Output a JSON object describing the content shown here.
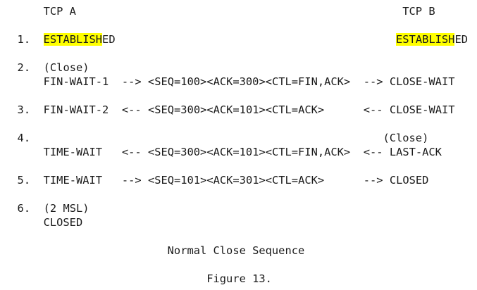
{
  "header": {
    "col_a": "TCP A",
    "col_b": "TCP B"
  },
  "steps": [
    {
      "num": "1.",
      "a_hl": "ESTABLISH",
      "a_rest": "ED",
      "b_hl": "ESTABLISH",
      "b_rest": "ED"
    },
    {
      "num": "2.",
      "a_pre": "(Close)",
      "a": "FIN-WAIT-1",
      "dir_left": "-->",
      "segment": "<SEQ=100><ACK=300><CTL=FIN,ACK>",
      "dir_right": "-->",
      "b": "CLOSE-WAIT"
    },
    {
      "num": "3.",
      "a": "FIN-WAIT-2",
      "dir_left": "<--",
      "segment": "<SEQ=300><ACK=101><CTL=ACK>",
      "dir_right": "<--",
      "b": "CLOSE-WAIT"
    },
    {
      "num": "4.",
      "b_pre": "(Close)",
      "a": "TIME-WAIT",
      "dir_left": "<--",
      "segment": "<SEQ=300><ACK=101><CTL=FIN,ACK>",
      "dir_right": "<--",
      "b": "LAST-ACK"
    },
    {
      "num": "5.",
      "a": "TIME-WAIT",
      "dir_left": "-->",
      "segment": "<SEQ=101><ACK=301><CTL=ACK>",
      "dir_right": "-->",
      "b": "CLOSED"
    },
    {
      "num": "6.",
      "a_pre": "(2 MSL)",
      "a": "CLOSED"
    }
  ],
  "caption": "Normal Close Sequence",
  "figure_label": "Figure 13."
}
